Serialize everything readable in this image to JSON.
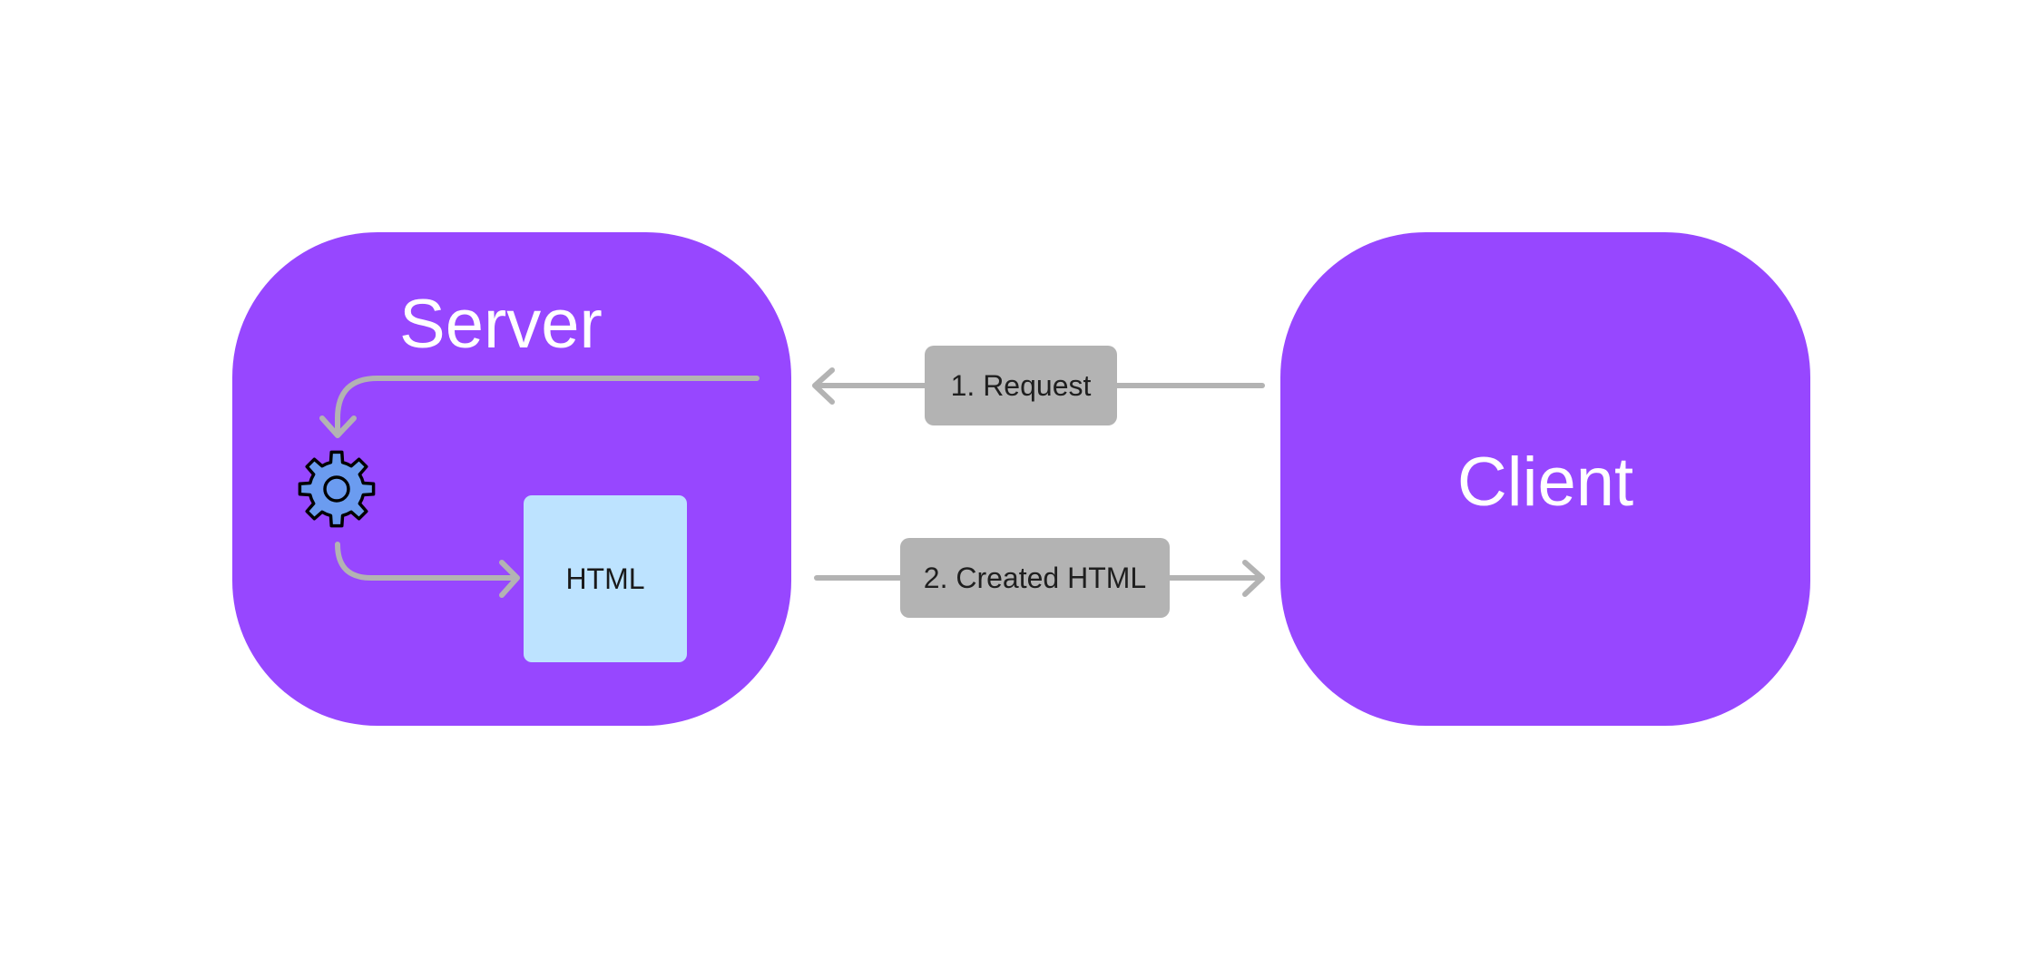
{
  "colors": {
    "box": "#9747ff",
    "html_doc": "#bde3ff",
    "pill": "#b3b3b3",
    "arrow": "#b3b3b3",
    "gear_fill": "#6b9cf0",
    "gear_stroke": "#000000"
  },
  "server": {
    "title": "Server",
    "document_label": "HTML",
    "process_icon": "gear-icon"
  },
  "client": {
    "title": "Client"
  },
  "steps": {
    "request": "1. Request",
    "response": "2. Created HTML"
  }
}
